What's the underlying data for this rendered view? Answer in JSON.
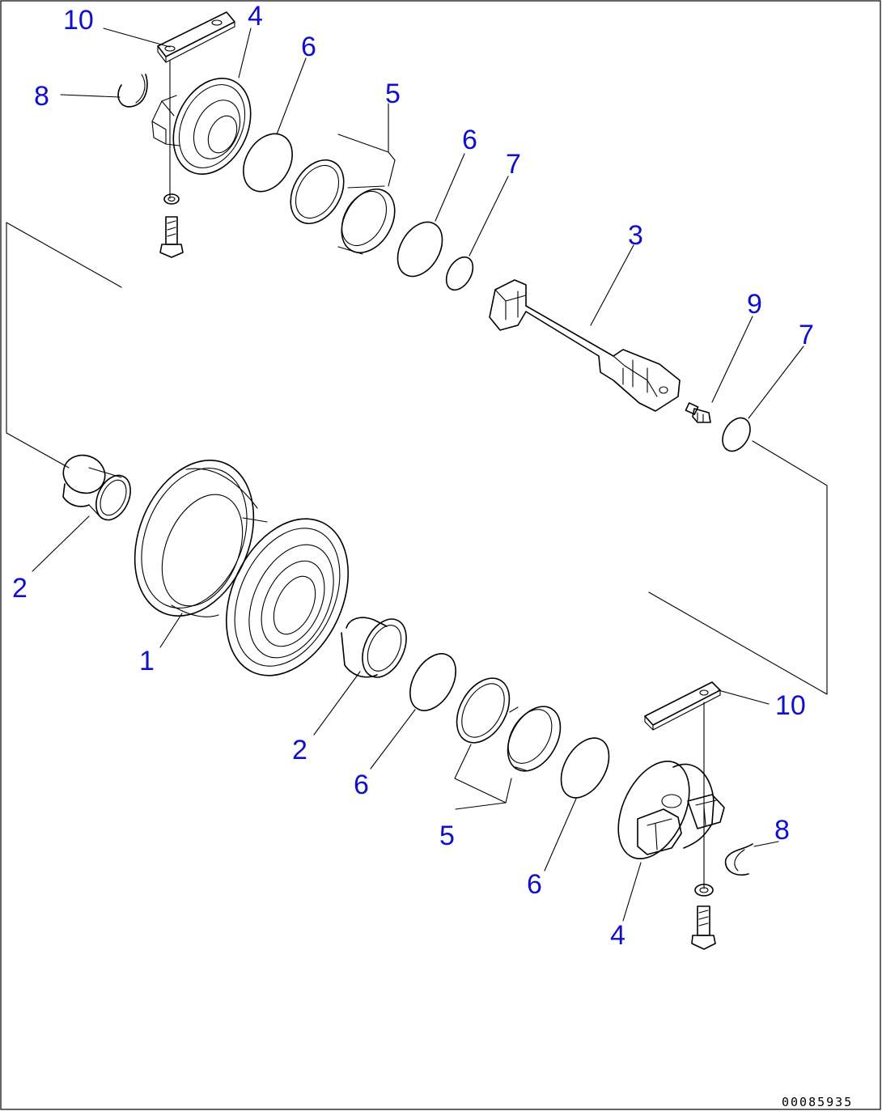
{
  "callouts": {
    "c10_top": "10",
    "c4_top": "4",
    "c6_top": "6",
    "c8_top": "8",
    "c5_top": "5",
    "c6_mid": "6",
    "c7_top": "7",
    "c3": "3",
    "c9": "9",
    "c7_right": "7",
    "c2_left": "2",
    "c1": "1",
    "c2_center": "2",
    "c6_low": "6",
    "c5_low": "5",
    "c6_bottom": "6",
    "c4_bottom": "4",
    "c10_bottom": "10",
    "c8_bottom": "8"
  },
  "drawing_code": "00085935"
}
